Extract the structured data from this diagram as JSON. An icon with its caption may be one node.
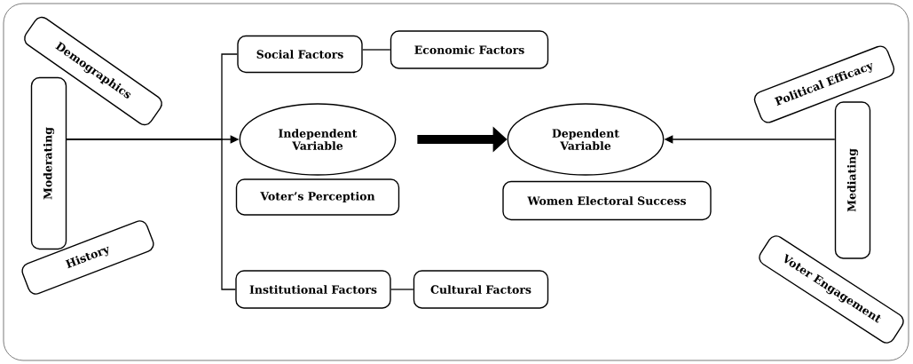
{
  "diagram": {
    "nodes": [
      {
        "text": [
          "Demographics"
        ]
      },
      {
        "text": [
          "Moderating"
        ]
      },
      {
        "text": [
          "History"
        ]
      },
      {
        "text": [
          "Social Factors"
        ]
      },
      {
        "text": [
          "Economic Factors"
        ]
      },
      {
        "text": [
          "Independent Variable"
        ]
      },
      {
        "text": [
          "Voter’s Perception"
        ]
      },
      {
        "text": [
          "Dependent Variable"
        ]
      },
      {
        "text": [
          "Women Electoral Success"
        ]
      },
      {
        "text": [
          "Political Efficacy"
        ]
      },
      {
        "text": [
          "Mediating"
        ]
      },
      {
        "text": [
          "Voter Engagement"
        ]
      },
      {
        "text": [
          "Institutional Factors"
        ]
      },
      {
        "text": [
          "Cultural Factors"
        ]
      }
    ],
    "edges": [
      {
        "from": 1,
        "to": 5,
        "arrow": "to"
      },
      {
        "from": 1,
        "to": 3,
        "arrow": "none"
      },
      {
        "from": 1,
        "to": 12,
        "arrow": "none"
      },
      {
        "from": 3,
        "to": 4,
        "arrow": "none"
      },
      {
        "from": 12,
        "to": 13,
        "arrow": "none"
      },
      {
        "from": 5,
        "to": 7,
        "arrow": "to",
        "style": "thick"
      },
      {
        "from": 10,
        "to": 7,
        "arrow": "to"
      }
    ]
  }
}
